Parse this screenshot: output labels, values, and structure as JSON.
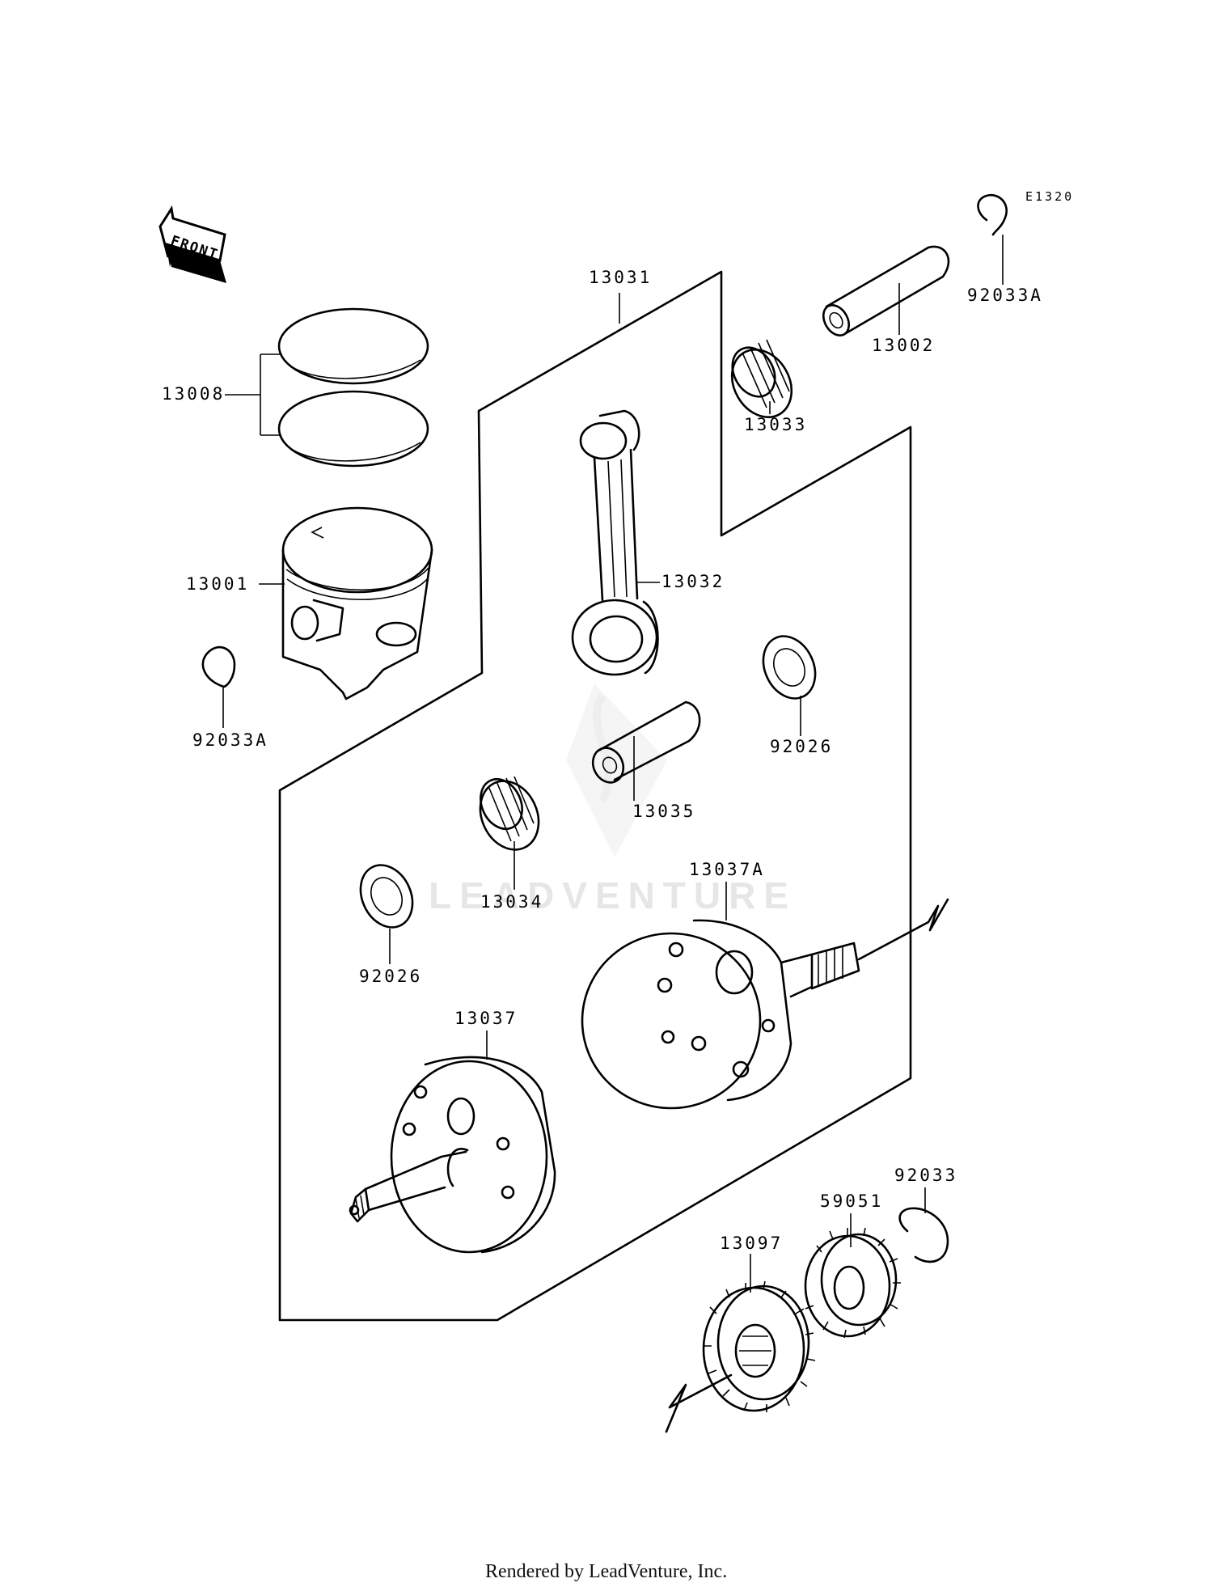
{
  "diagram_code": "E1320",
  "front_label": "FRONT",
  "watermark": "LEADVENTURE",
  "footer_credit": "Rendered by LeadVenture, Inc.",
  "parts": {
    "p13031": "13031",
    "p92033A_top": "92033A",
    "p13002": "13002",
    "p13033": "13033",
    "p13008": "13008",
    "p13032": "13032",
    "p13001": "13001",
    "p92033A_left": "92033A",
    "p92026_right": "92026",
    "p13035": "13035",
    "p13037A": "13037A",
    "p13034": "13034",
    "p92026_left": "92026",
    "p13037": "13037",
    "p92033": "92033",
    "p59051": "59051",
    "p13097": "13097"
  }
}
